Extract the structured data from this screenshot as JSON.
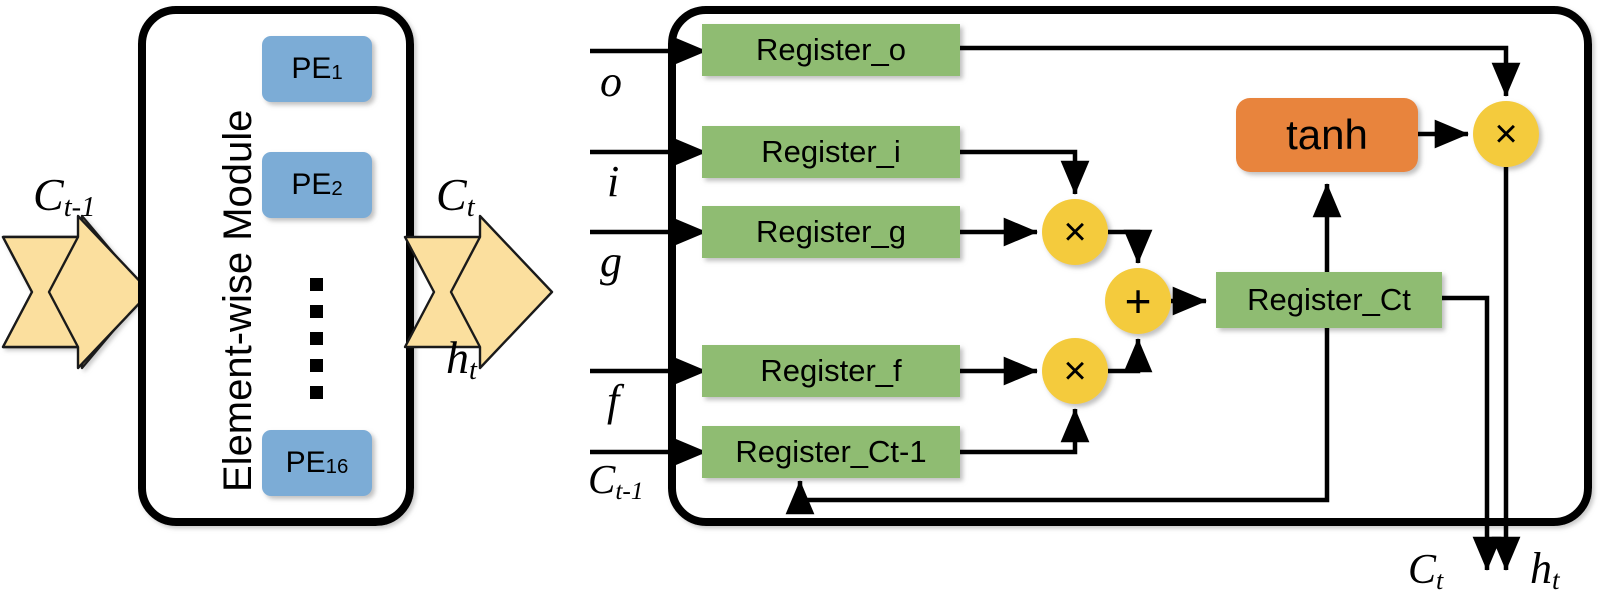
{
  "diagram": {
    "title": "LSTM Element-wise Module and Register Datapath",
    "colors": {
      "green_register": "#8FBC72",
      "blue_pe": "#7CACD6",
      "orange_tanh": "#E8843C",
      "yellow_op": "#F4CB3E",
      "yellow_arrow": "#FBDF9E",
      "outline": "#000000",
      "background": "#FFFFFF"
    }
  },
  "left_panel": {
    "name": "element-wise-module",
    "vertical_title": "Element-wise  Module",
    "pe_blocks": [
      {
        "base": "PE",
        "sub": "1"
      },
      {
        "base": "PE",
        "sub": "2"
      },
      {
        "base": "PE",
        "sub": "16"
      }
    ],
    "ellipsis_glyph": "vertical-dots",
    "input_arrow": {
      "label_base": "C",
      "label_sub": "t-1",
      "direction": "right"
    },
    "output_arrow": {
      "label_base": "C",
      "label_sub": "t",
      "direction": "right"
    },
    "output_secondary": {
      "label_base": "h",
      "label_sub": "t"
    }
  },
  "right_panel": {
    "name": "register-datapath",
    "inputs": [
      {
        "label_base": "o",
        "label_sub": "",
        "target": "Register_o"
      },
      {
        "label_base": "i",
        "label_sub": "",
        "target": "Register_i"
      },
      {
        "label_base": "g",
        "label_sub": "",
        "target": "Register_g"
      },
      {
        "label_base": "f",
        "label_sub": "",
        "target": "Register_f"
      },
      {
        "label_base": "C",
        "label_sub": "t-1",
        "target": "Register_Ct-1"
      }
    ],
    "registers": [
      {
        "id": "reg-o",
        "label": "Register_o"
      },
      {
        "id": "reg-i",
        "label": "Register_i"
      },
      {
        "id": "reg-g",
        "label": "Register_g"
      },
      {
        "id": "reg-f",
        "label": "Register_f"
      },
      {
        "id": "reg-ctm1",
        "label": "Register_Ct-1"
      },
      {
        "id": "reg-ct",
        "label": "Register_Ct"
      }
    ],
    "activation": {
      "id": "tanh-block",
      "label": "tanh"
    },
    "operators": [
      {
        "id": "mul-ig",
        "glyph": "×",
        "semantic": "multiply"
      },
      {
        "id": "mul-fc",
        "glyph": "×",
        "semantic": "multiply"
      },
      {
        "id": "add-ct",
        "glyph": "+",
        "semantic": "add"
      },
      {
        "id": "mul-out",
        "glyph": "×",
        "semantic": "multiply"
      }
    ],
    "outputs": [
      {
        "label_base": "C",
        "label_sub": "t"
      },
      {
        "label_base": "h",
        "label_sub": "t"
      }
    ]
  }
}
